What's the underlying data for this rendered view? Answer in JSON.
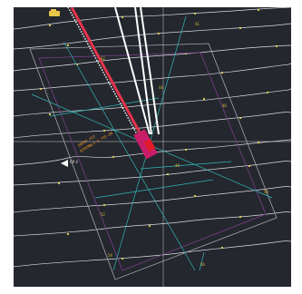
{
  "viewport": {
    "background": "#24272e",
    "colors": {
      "contour": "#d9dce0",
      "contour_marker": "#e6d35a",
      "survey_line": "#2fb7b7",
      "boundary": "#a7a7ad",
      "boundary_inner": "#7a3f8a",
      "trench": "#e5334b",
      "crosshair": "#c9c9c9",
      "footprint": "#ffffff",
      "equipment": "#e8c64a"
    },
    "annotations": {
      "trench_label_1": "ENTRY PIT",
      "trench_label_2": "ASSEMBLY & TIE-IN",
      "point_label": "CP-2"
    },
    "icons": [
      "vehicle-icon",
      "flag-icon",
      "crosshair-cursor-icon"
    ]
  }
}
